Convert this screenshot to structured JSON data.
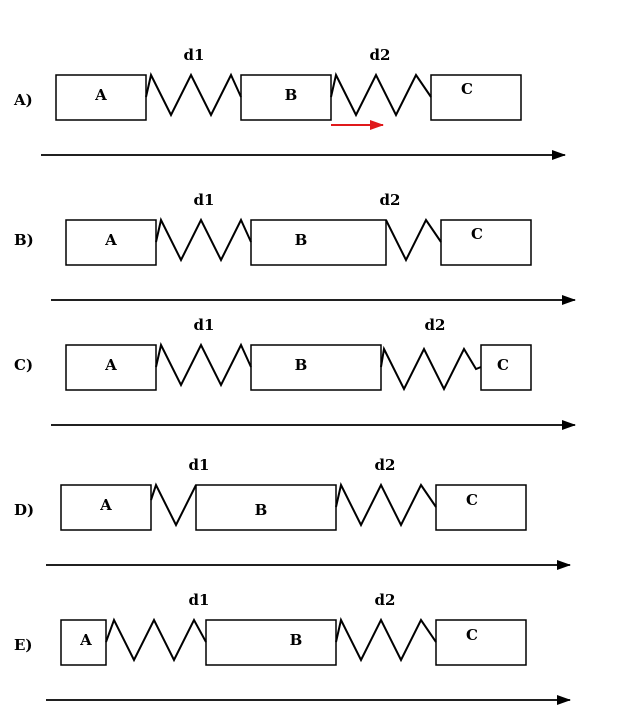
{
  "figure": {
    "rows": [
      {
        "label": "A)",
        "blocks": [
          "A",
          "B",
          "C"
        ],
        "springs": [
          "d1",
          "d2"
        ]
      },
      {
        "label": "B)",
        "blocks": [
          "A",
          "B",
          "C"
        ],
        "springs": [
          "d1",
          "d2"
        ]
      },
      {
        "label": "C)",
        "blocks": [
          "A",
          "B",
          "C"
        ],
        "springs": [
          "d1",
          "d2"
        ]
      },
      {
        "label": "D)",
        "blocks": [
          "A",
          "B",
          "C"
        ],
        "springs": [
          "d1",
          "d2"
        ]
      },
      {
        "label": "E)",
        "blocks": [
          "A",
          "B",
          "C"
        ],
        "springs": [
          "d1",
          "d2"
        ]
      }
    ],
    "colors": {
      "line": "#000000",
      "arrow_accent": "#e0191b"
    }
  }
}
